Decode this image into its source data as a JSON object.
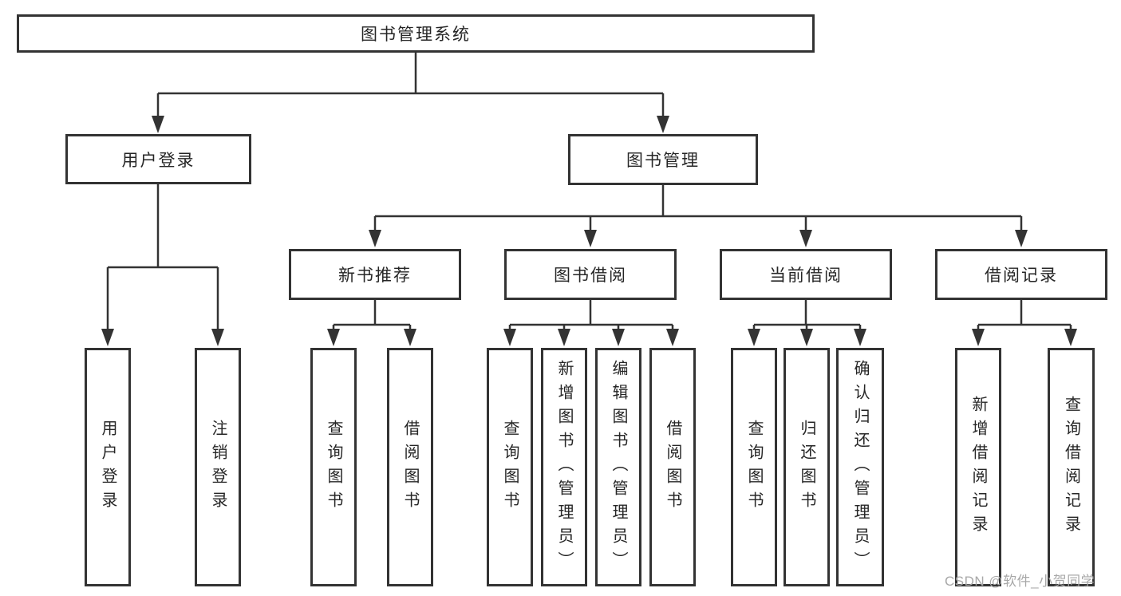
{
  "colors": {
    "line": "#333333",
    "box_border": "#333333",
    "text": "#262626",
    "watermark": "#a8a8a8",
    "background": "#ffffff"
  },
  "watermark": {
    "text": "CSDN @软件_小贺同学"
  },
  "tree": {
    "label": "图书管理系统",
    "children": [
      {
        "label": "用户登录",
        "children": [
          {
            "label": "用户登录"
          },
          {
            "label": "注销登录"
          }
        ]
      },
      {
        "label": "图书管理",
        "children": [
          {
            "label": "新书推荐",
            "children": [
              {
                "label": "查询图书"
              },
              {
                "label": "借阅图书"
              }
            ]
          },
          {
            "label": "图书借阅",
            "children": [
              {
                "label": "查询图书"
              },
              {
                "label": "新增图书（管理员）"
              },
              {
                "label": "编辑图书（管理员）"
              },
              {
                "label": "借阅图书"
              }
            ]
          },
          {
            "label": "当前借阅",
            "children": [
              {
                "label": "查询图书"
              },
              {
                "label": "归还图书"
              },
              {
                "label": "确认归还（管理员）"
              }
            ]
          },
          {
            "label": "借阅记录",
            "children": [
              {
                "label": "新增借阅记录"
              },
              {
                "label": "查询借阅记录"
              }
            ]
          }
        ]
      }
    ]
  }
}
